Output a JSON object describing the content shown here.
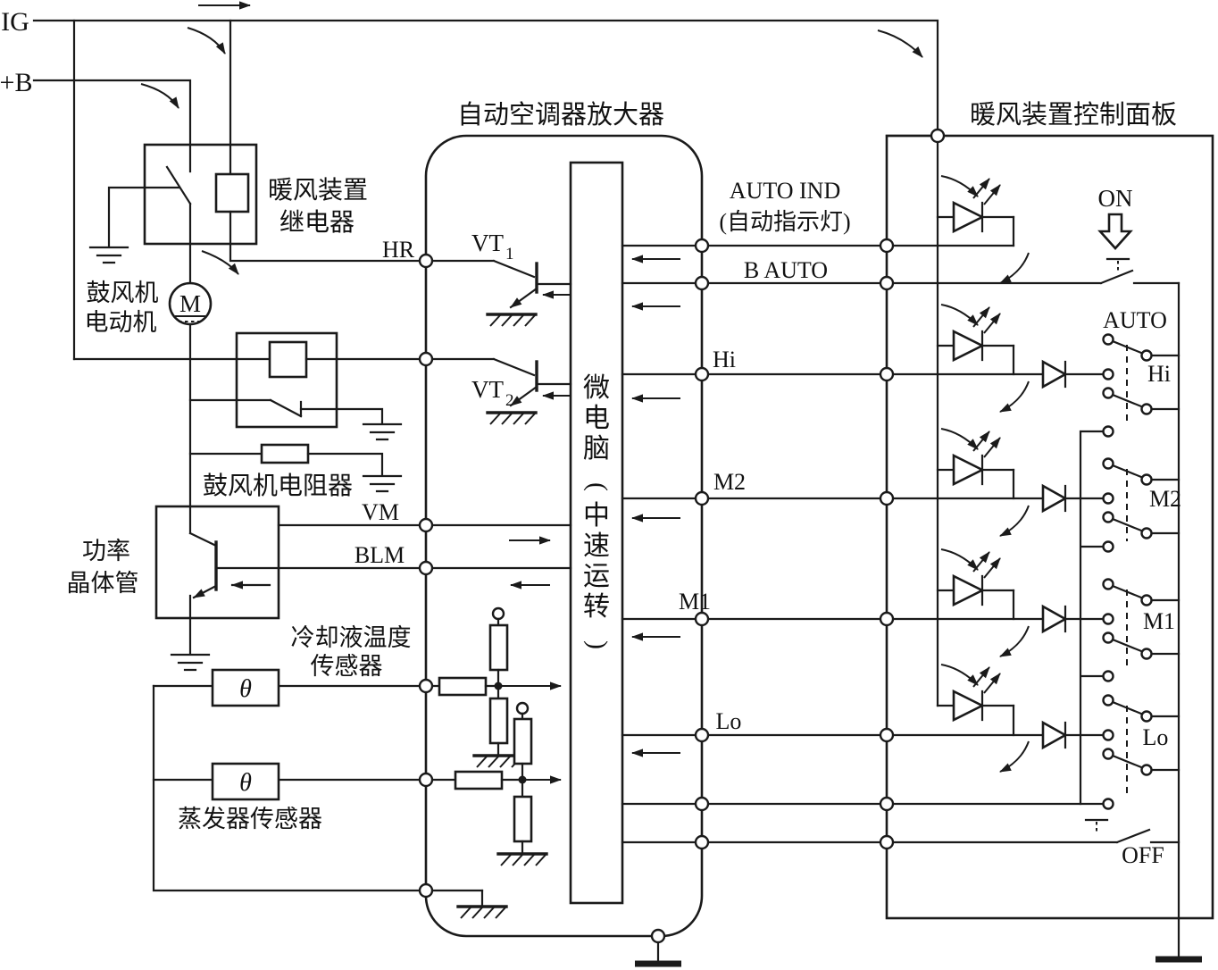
{
  "colors": {
    "line": "#1a1a1a",
    "background": "#ffffff"
  },
  "labels": {
    "ig": "IG",
    "plus_b": "+B",
    "heater_relay_1": "暖风装置",
    "heater_relay_2": "继电器",
    "blower_motor_1": "鼓风机",
    "blower_motor_2": "电动机",
    "motor_m": "M",
    "amp_title": "自动空调器放大器",
    "panel_title": "暖风装置控制面板",
    "hr": "HR",
    "vt": "VT",
    "vt1_sub": "1",
    "vt2_sub": "2",
    "vm": "VM",
    "blm": "BLM",
    "blower_resistor": "鼓风机电阻器",
    "power_transistor_1": "功率",
    "power_transistor_2": "晶体管",
    "coolant_sensor_1": "冷却液温度",
    "coolant_sensor_2": "传感器",
    "evaporator_sensor": "蒸发器传感器",
    "theta": "θ",
    "auto_ind": "AUTO IND",
    "auto_ind_cn": "(自动指示灯)",
    "b_auto": "B AUTO",
    "row_hi": "Hi",
    "row_m2": "M2",
    "row_m1": "M1",
    "row_lo": "Lo",
    "on": "ON",
    "off": "OFF",
    "auto": "AUTO",
    "sw_hi": "Hi",
    "sw_m2": "M2",
    "sw_m1": "M1",
    "sw_lo": "Lo"
  },
  "micro": {
    "chars": [
      "微",
      "电",
      "脑",
      "(",
      "中",
      "速",
      "运",
      "转",
      ")"
    ]
  }
}
